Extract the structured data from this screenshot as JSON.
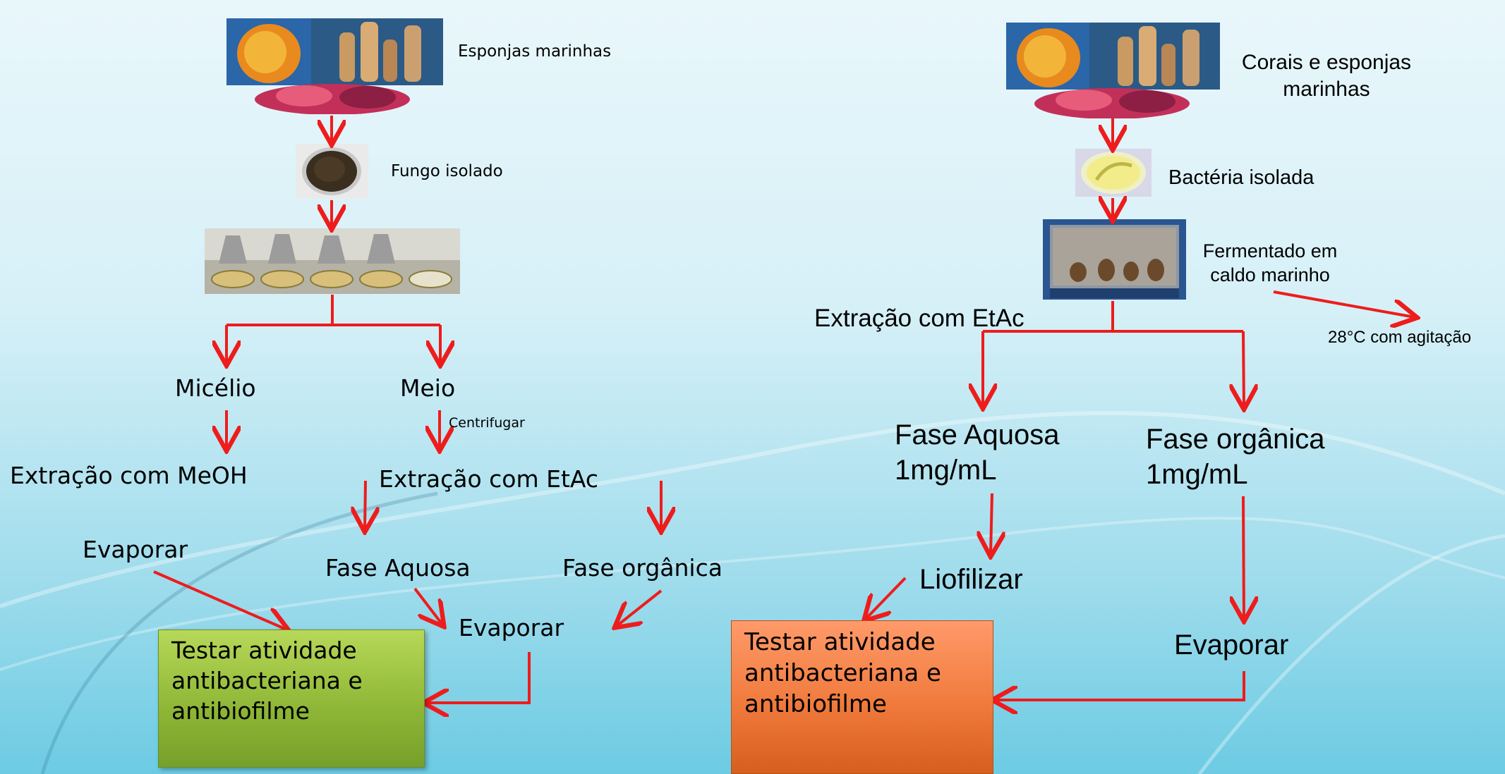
{
  "left": {
    "source_label": "Esponjas marinhas",
    "isolate_label": "Fungo isolado",
    "branch_a": "Micélio",
    "branch_b": "Meio",
    "centrifuge": "Centrifugar",
    "extract_meoh": "Extração com MeOH",
    "extract_etac": "Extração com EtAc",
    "evaporate_a": "Evaporar",
    "phase_aq": "Fase Aquosa",
    "phase_org": "Fase orgânica",
    "evaporate_b": "Evaporar",
    "test_box": "Testar atividade antibacteriana e antibiofilme"
  },
  "right": {
    "source_label": "Corais e esponjas marinhas",
    "isolate_label": "Bactéria isolada",
    "ferment_label": "Fermentado em caldo marinho",
    "temp_label": "28°C com agitação",
    "extract_etac": "Extração com EtAc",
    "phase_aq": "Fase Aquosa 1mg/mL",
    "phase_org": "Fase orgânica 1mg/mL",
    "lyophilize": "Liofilizar",
    "evaporate": "Evaporar",
    "test_box": "Testar atividade antibacteriana e antibiofilme"
  },
  "colors": {
    "arrow": "#ee1c1c",
    "green_box": "#8db535",
    "orange_box": "#f07a3c"
  }
}
